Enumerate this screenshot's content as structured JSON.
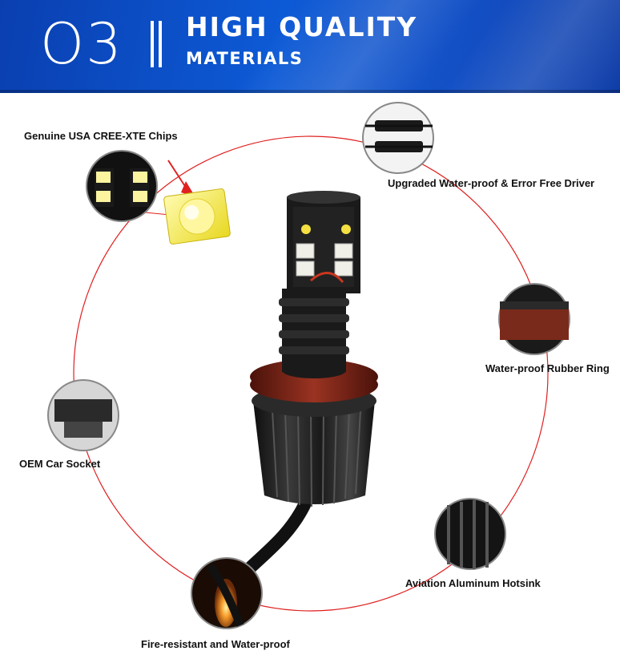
{
  "header": {
    "number": "O3",
    "title_line1": "HIGH QUALITY",
    "title_line2": "MATERIALS"
  },
  "features": [
    {
      "id": "chips",
      "label": "Genuine USA CREE-XTE Chips"
    },
    {
      "id": "driver",
      "label": "Upgraded Water-proof & Error Free Driver"
    },
    {
      "id": "ring",
      "label": "Water-proof Rubber Ring"
    },
    {
      "id": "socket",
      "label": "OEM Car Socket"
    },
    {
      "id": "hotsink",
      "label": "Aviation Aluminum Hotsink"
    },
    {
      "id": "fire",
      "label": "Fire-resistant and Water-proof"
    }
  ],
  "colors": {
    "banner_blue": "#0d5ad6",
    "circle_red": "#e02020",
    "chip_yellow": "#f2e64a",
    "bulb_black": "#1c1c1c",
    "rubber_ring": "#8a2a1a"
  }
}
